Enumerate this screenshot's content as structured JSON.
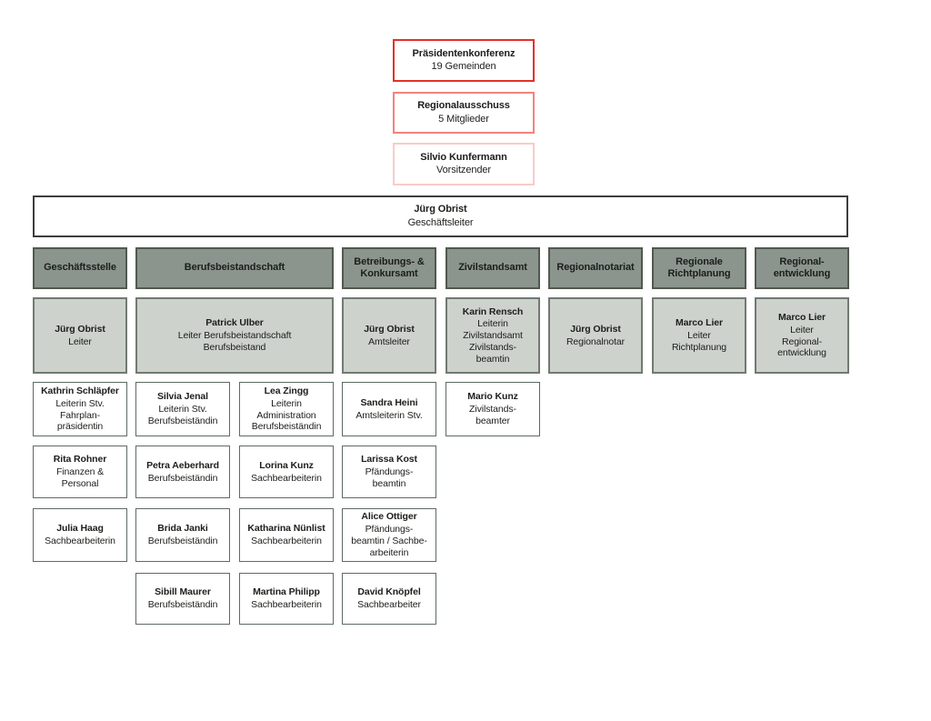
{
  "colors": {
    "text": "#1d1d1b",
    "dept_fill": "#8b958d",
    "dept_border": "#51594f",
    "leader_fill": "#cdd2cd",
    "leader_border": "#707a71",
    "staff_border": "#5e6a62",
    "director_border": "#3d3d3d",
    "red_strong": "#e43029",
    "red_medium": "#f3837c",
    "red_light": "#f9cbc8"
  },
  "governance": [
    {
      "name": "Präsidentenkonferenz",
      "role": "19 Gemeinden"
    },
    {
      "name": "Regionalausschuss",
      "role": "5 Mitglieder"
    },
    {
      "name": "Silvio Kunfermann",
      "role": "Vorsitzender"
    }
  ],
  "director": {
    "name": "Jürg Obrist",
    "role": "Geschäftsleiter"
  },
  "departments": [
    {
      "label": "Geschäftsstelle",
      "col": 1,
      "span": 1
    },
    {
      "label": "Berufsbeistandschaft",
      "col": 2,
      "span": 2
    },
    {
      "label": "Betreibungs- &\nKonkursamt",
      "col": 4,
      "span": 1
    },
    {
      "label": "Zivilstandsamt",
      "col": 5,
      "span": 1
    },
    {
      "label": "Regionalnotariat",
      "col": 6,
      "span": 1
    },
    {
      "label": "Regionale\nRichtplanung",
      "col": 7,
      "span": 1
    },
    {
      "label": "Regional-\nentwicklung",
      "col": 8,
      "span": 1
    }
  ],
  "leaders": [
    {
      "name": "Jürg Obrist",
      "role": "Leiter",
      "col": 1,
      "span": 1
    },
    {
      "name": "Patrick Ulber",
      "role": "Leiter Berufsbeistandschaft\nBerufsbeistand",
      "col": 2,
      "span": 2
    },
    {
      "name": "Jürg Obrist",
      "role": "Amtsleiter",
      "col": 4,
      "span": 1
    },
    {
      "name": "Karin Rensch",
      "role": "Leiterin\nZivilstandsamt\nZivilstands-\nbeamtin",
      "col": 5,
      "span": 1
    },
    {
      "name": "Jürg Obrist",
      "role": "Regionalnotar",
      "col": 6,
      "span": 1
    },
    {
      "name": "Marco Lier",
      "role": "Leiter\nRichtplanung",
      "col": 7,
      "span": 1
    },
    {
      "name": "Marco Lier",
      "role": "Leiter\nRegional-\nentwicklung",
      "col": 8,
      "span": 1
    }
  ],
  "staff_rows": [
    [
      {
        "name": "Kathrin Schläpfer",
        "role": "Leiterin Stv.\nFahrplan-\npräsidentin",
        "col": 1
      },
      {
        "name": "Silvia Jenal",
        "role": "Leiterin Stv.\nBerufsbeiständin",
        "col": 2
      },
      {
        "name": "Lea Zingg",
        "role": "Leiterin\nAdministration\nBerufsbeiständin",
        "col": 3
      },
      {
        "name": "Sandra Heini",
        "role": "Amtsleiterin Stv.",
        "col": 4
      },
      {
        "name": "Mario Kunz",
        "role": "Zivilstands-\nbeamter",
        "col": 5
      }
    ],
    [
      {
        "name": "Rita Rohner",
        "role": "Finanzen &\nPersonal",
        "col": 1
      },
      {
        "name": "Petra Aeberhard",
        "role": "Berufsbeiständin",
        "col": 2
      },
      {
        "name": "Lorina Kunz",
        "role": "Sachbearbeiterin",
        "col": 3
      },
      {
        "name": "Larissa Kost",
        "role": "Pfändungs-\nbeamtin",
        "col": 4
      }
    ],
    [
      {
        "name": "Julia Haag",
        "role": "Sachbearbeiterin",
        "col": 1
      },
      {
        "name": "Brida Janki",
        "role": "Berufsbeiständin",
        "col": 2
      },
      {
        "name": "Katharina Nünlist",
        "role": "Sachbearbeiterin",
        "col": 3
      },
      {
        "name": "Alice Ottiger",
        "role": "Pfändungs-\nbeamtin / Sachbe-\narbeiterin",
        "col": 4
      }
    ],
    [
      {
        "name": "Sibill Maurer",
        "role": "Berufsbeiständin",
        "col": 2
      },
      {
        "name": "Martina Philipp",
        "role": "Sachbearbeiterin",
        "col": 3
      },
      {
        "name": "David Knöpfel",
        "role": "Sachbearbeiter",
        "col": 4
      }
    ]
  ]
}
